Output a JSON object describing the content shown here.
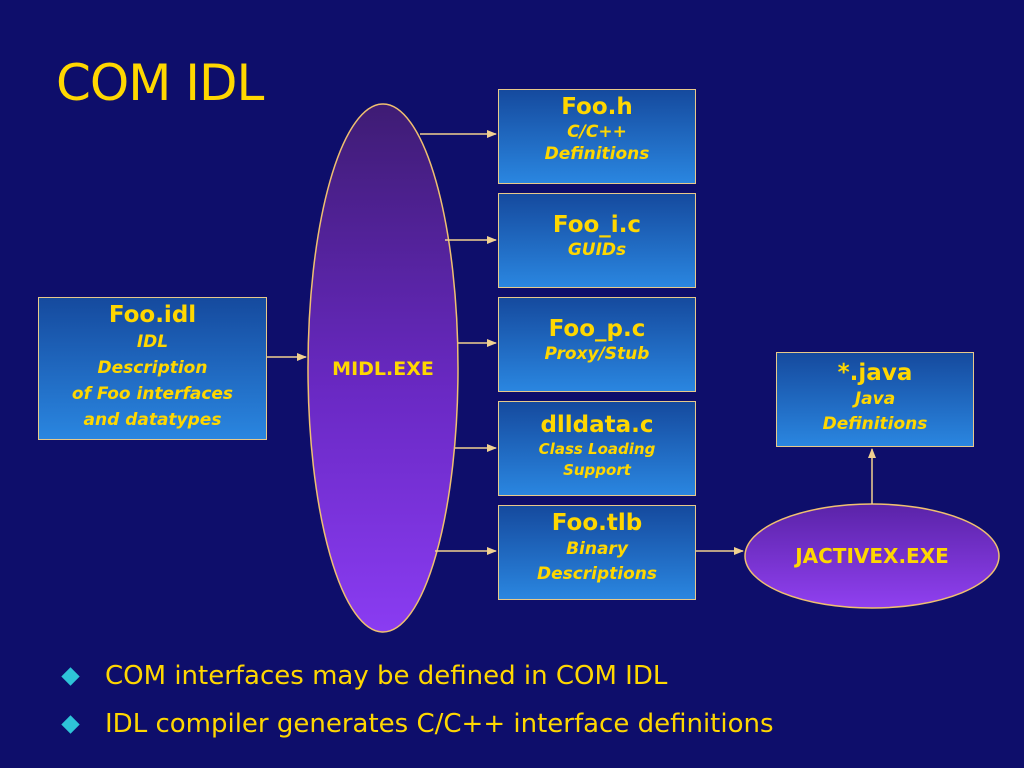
{
  "title": "COM IDL",
  "compiler": {
    "label": "MIDL.EXE"
  },
  "jcompiler": {
    "label": "JACTIVEX.EXE"
  },
  "input": {
    "name": "Foo.idl",
    "desc": "IDL\nDescription\nof Foo interfaces\nand datatypes"
  },
  "outputs": [
    {
      "name": "Foo.h",
      "desc": "C/C++\nDefinitions"
    },
    {
      "name": "Foo_i.c",
      "desc": "GUIDs"
    },
    {
      "name": "Foo_p.c",
      "desc": "Proxy/Stub"
    },
    {
      "name": "dlldata.c",
      "desc": "Class Loading\nSupport"
    },
    {
      "name": "Foo.tlb",
      "desc": "Binary\nDescriptions"
    }
  ],
  "java": {
    "name": "*.java",
    "desc": "Java\nDefinitions"
  },
  "bullets": [
    "COM interfaces may be defined in COM IDL",
    "IDL compiler generates C/C++ interface definitions"
  ],
  "colors": {
    "background": "#0e0e6b",
    "text": "#ffd700",
    "box_top": "#154a9e",
    "box_bottom": "#2a86e0",
    "oval": "#7b2be0",
    "bullet": "#2ec4d8"
  }
}
